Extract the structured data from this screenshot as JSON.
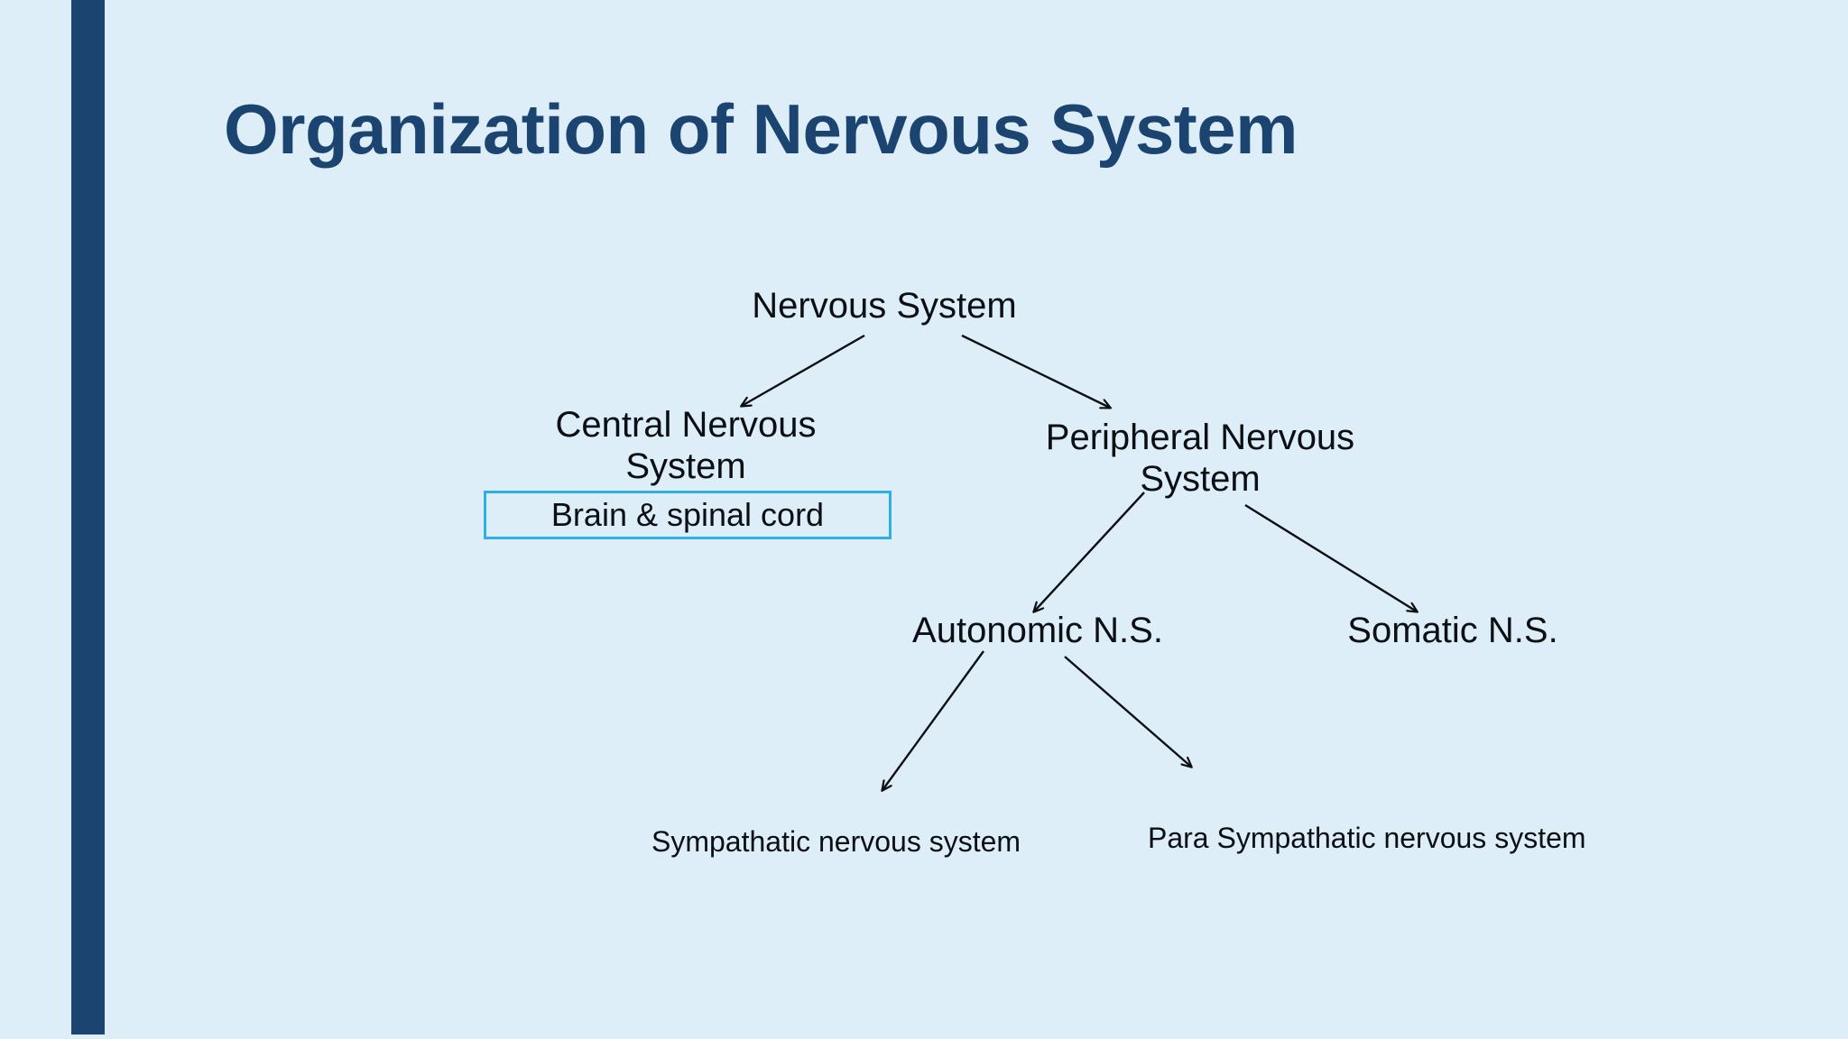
{
  "slide": {
    "background_color": "#deeef8",
    "accent_bar_color": "#1c4470",
    "title": "Organization of Nervous System",
    "title_color": "#1c4470"
  },
  "diagram": {
    "type": "tree",
    "line_color": "#0b0f14",
    "box_border_color": "#2eaee3",
    "nodes": {
      "root": "Nervous System",
      "cns": "Central Nervous\nSystem",
      "cns_detail": "Brain & spinal cord",
      "pns": "Peripheral Nervous\nSystem",
      "autonomic": "Autonomic N.S.",
      "somatic": "Somatic N.S.",
      "sympathetic": "Sympathatic nervous system",
      "parasympathetic": "Para Sympathatic nervous system"
    },
    "edges": [
      {
        "from": "root",
        "to": "cns"
      },
      {
        "from": "root",
        "to": "pns"
      },
      {
        "from": "pns",
        "to": "autonomic"
      },
      {
        "from": "pns",
        "to": "somatic"
      },
      {
        "from": "autonomic",
        "to": "sympathetic"
      },
      {
        "from": "autonomic",
        "to": "parasympathetic"
      }
    ]
  }
}
